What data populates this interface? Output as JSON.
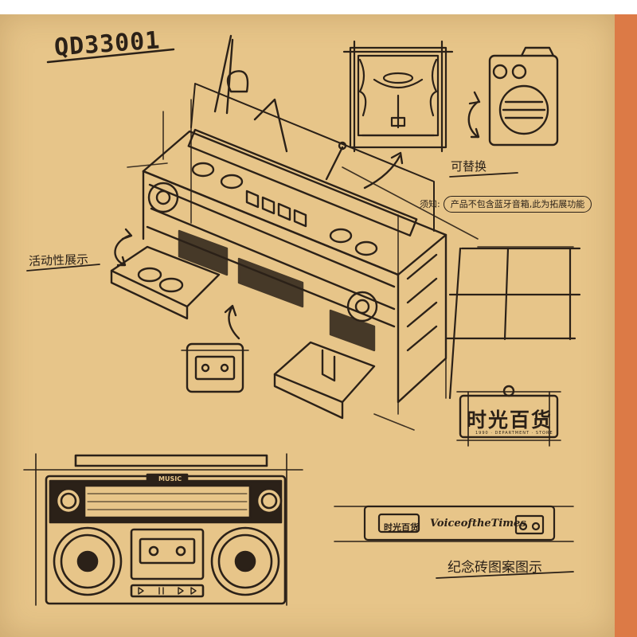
{
  "model_code": "QD33001",
  "labels": {
    "replaceable": "可替换",
    "note_prefix": "须知:",
    "note_body": "产品不包含蓝牙音箱,此为拓展功能",
    "movable_display": "活动性展示",
    "commemorative_brick": "纪念砖图案图示"
  },
  "sign": {
    "text": "时光百货",
    "subtitle": "1990 · DEPARTMENT · STORE"
  },
  "tile": {
    "chinese": "时光百货",
    "script": "VoiceoftheTimes"
  },
  "boombox": {
    "label": "MUSIC"
  },
  "colors": {
    "paper": "#e7c589",
    "ink": "#2b2118",
    "edge": "#dc7a46"
  }
}
